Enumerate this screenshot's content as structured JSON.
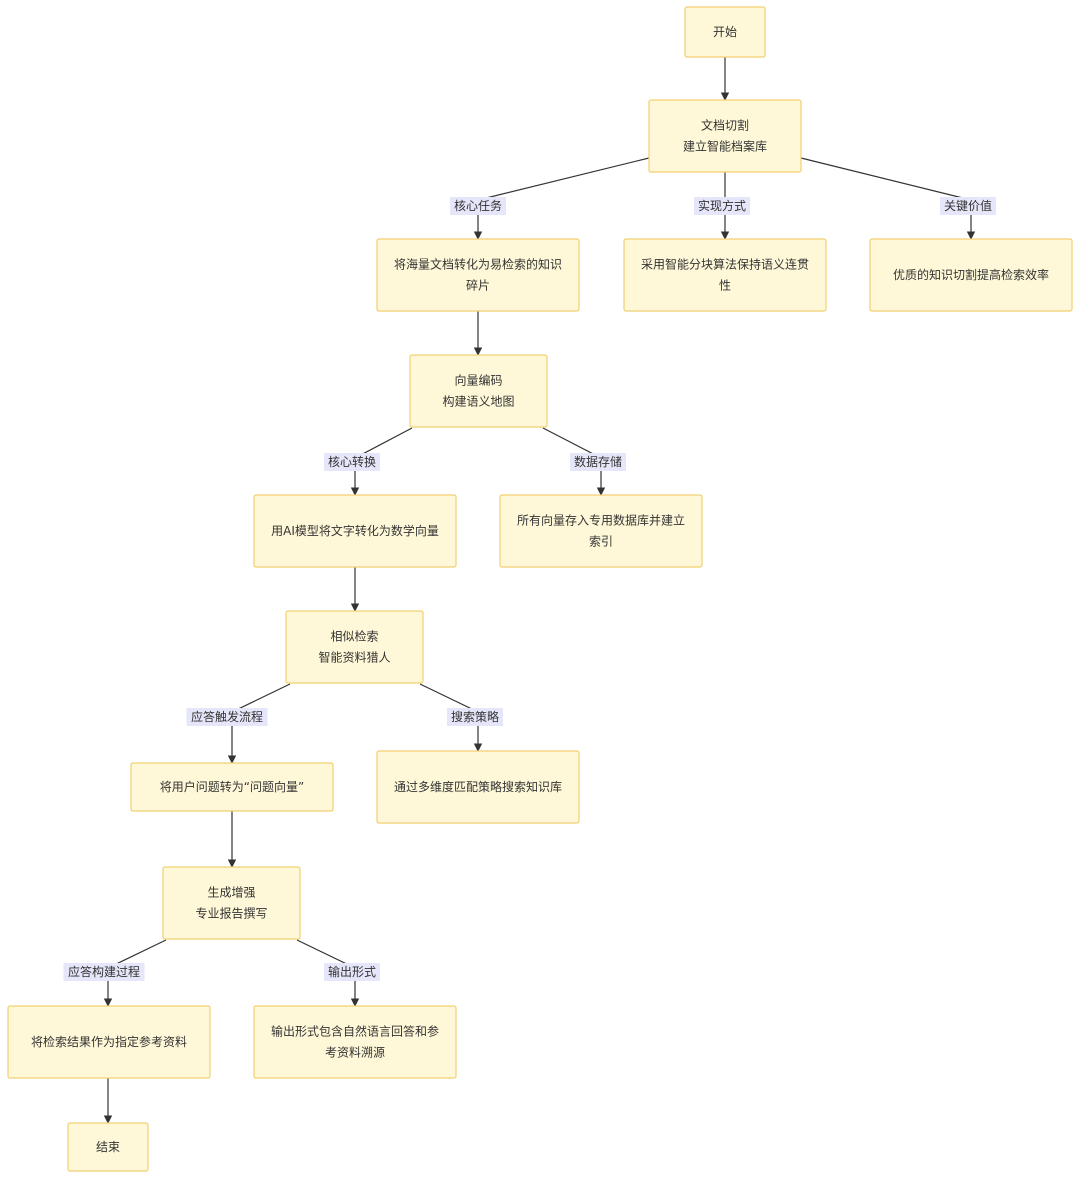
{
  "nodes": {
    "start": [
      "开始"
    ],
    "split": [
      "文档切割",
      "建立智能档案库"
    ],
    "split_task": [
      "将海量文档转化为易检索的知识",
      "碎片"
    ],
    "split_method": [
      "采用智能分块算法保持语义连贯",
      "性"
    ],
    "split_value": [
      "优质的知识切割提高检索效率"
    ],
    "vector": [
      "向量编码",
      "构建语义地图"
    ],
    "vector_core": [
      "用AI模型将文字转化为数学向量"
    ],
    "vector_store": [
      "所有向量存入专用数据库并建立",
      "索引"
    ],
    "search": [
      "相似检索",
      "智能资料猎人"
    ],
    "search_flow": [
      "将用户问题转为“问题向量”"
    ],
    "search_strategy": [
      "通过多维度匹配策略搜索知识库"
    ],
    "generate": [
      "生成增强",
      "专业报告撰写"
    ],
    "gen_process": [
      "将检索结果作为指定参考资料"
    ],
    "gen_output": [
      "输出形式包含自然语言回答和参",
      "考资料溯源"
    ],
    "end": [
      "结束"
    ]
  },
  "edge_labels": {
    "split_task": "核心任务",
    "split_method": "实现方式",
    "split_value": "关键价值",
    "vector_core": "核心转换",
    "vector_store": "数据存储",
    "search_flow": "应答触发流程",
    "search_strategy": "搜索策略",
    "gen_process": "应答构建过程",
    "gen_output": "输出形式"
  },
  "colors": {
    "node_fill": "#fff8d8",
    "node_border": "#f0d070",
    "edge": "#333333",
    "label_bg": "#e6e6fa",
    "text": "#333333"
  }
}
